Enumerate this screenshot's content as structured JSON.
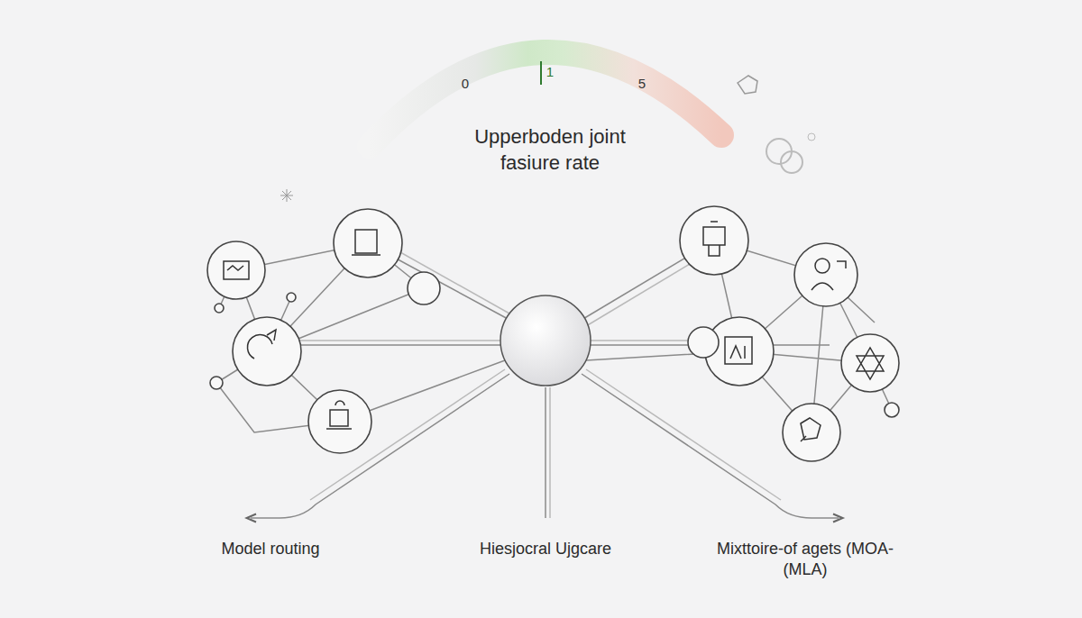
{
  "diagram": {
    "title": "Upperboden joint fasiure rate",
    "labels": [
      "0",
      "1",
      "5",
      "Model routing",
      "Hiesjocral Ujgcare",
      "Mixttoire-of agets (MOA-(MLA)"
    ]
  }
}
